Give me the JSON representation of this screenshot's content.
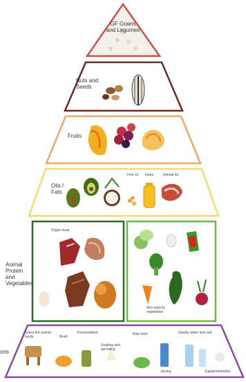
{
  "tiers": {
    "grains": {
      "label_line1": "GF Grains",
      "label_line2": "and Legumes",
      "color": "#d0504a"
    },
    "nuts": {
      "label_line1": "Nuts and",
      "label_line2": "Seeds",
      "color": "#6b2a2a"
    },
    "fruits": {
      "label": "Fruits",
      "color": "#f0a860"
    },
    "oils": {
      "label_line1": "Oils /",
      "label_line2": "Fats",
      "color": "#f2dc6a",
      "item_labels": [
        "Fish oil",
        "Ghee",
        "Animal fat"
      ]
    },
    "animal": {
      "label_line1": "Animal",
      "label_line2": "Protein",
      "label_line3": "and",
      "label_line4": "Vegetables",
      "color": "#2f6a22",
      "item_labels": [
        "Organ meat"
      ]
    },
    "vegetables": {
      "color": "#6ab84a",
      "item_labels": [
        "Non-starchy",
        "vegetables"
      ]
    },
    "foundations": {
      "label": "ons",
      "color": "#8a4aa0",
      "item_labels": [
        "Grass fed animal",
        "foods",
        "Broth",
        "Fermentation",
        "Soaking and",
        "sprouting",
        "Raw food",
        "Juicing",
        "Quality water and salt",
        "Supplementation"
      ]
    }
  },
  "colors": {
    "grains_fill": "#f4f0ea",
    "pyramid_outline_shadow": "#cfcfcf"
  }
}
